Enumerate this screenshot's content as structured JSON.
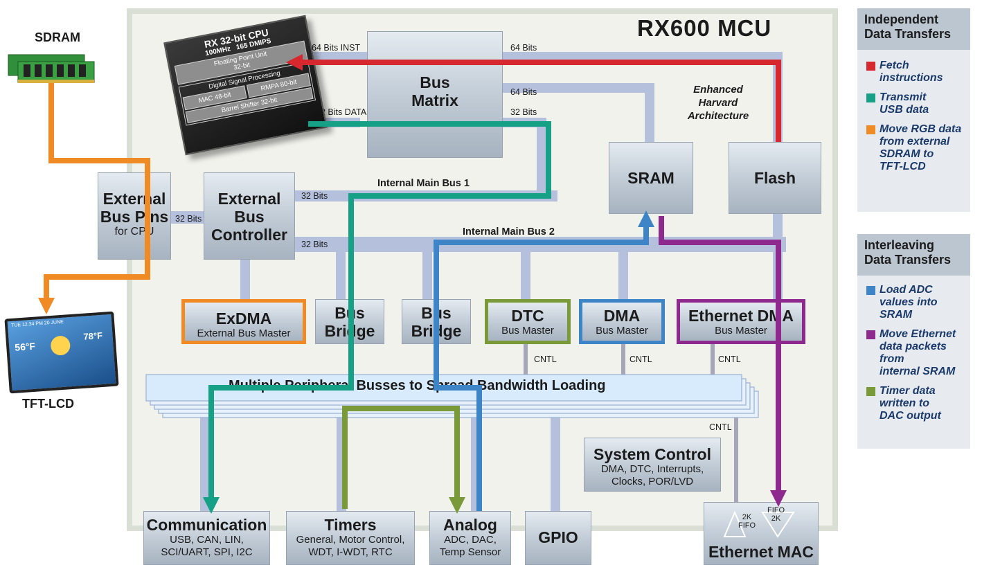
{
  "title": "RX600 MCU",
  "external": {
    "sdram": "SDRAM",
    "tft": "TFT-LCD",
    "tft_screen": {
      "temp1": "56°F",
      "temp2": "78°F",
      "date": "TUE 12:34 PM 20 JUNE"
    }
  },
  "cpu": {
    "title": "RX 32-bit CPU",
    "specs": "100MHz   165 DMIPS",
    "fpu": "Floating Point Unit",
    "fpu_bits": "32-bit",
    "dsp": "Digital Signal Processing",
    "mac": "MAC 48-bit",
    "rmpa": "RMPA 80-bit",
    "shifter": "Barrel Shifter 32-bit"
  },
  "blocks": {
    "bus_matrix": [
      "Bus",
      "Matrix"
    ],
    "sram": "SRAM",
    "flash": "Flash",
    "ext_bus_pins": [
      "External",
      "Bus Pins"
    ],
    "ext_bus_pins_sub": "for CPU",
    "ext_bus_ctrl": [
      "External",
      "Bus",
      "Controller"
    ],
    "exdma": "ExDMA",
    "exdma_sub": "External Bus Master",
    "bus_bridge": [
      "Bus",
      "Bridge"
    ],
    "dtc": "DTC",
    "dma": "DMA",
    "eth_dma": "Ethernet DMA",
    "bus_master": "Bus Master",
    "peripheral": "Multiple Peripheral Busses to Spread Bandwidth Loading",
    "system_control": "System Control",
    "system_control_sub": [
      "DMA, DTC, Interrupts,",
      "Clocks, POR/LVD"
    ],
    "communication": "Communication",
    "communication_sub": [
      "USB, CAN, LIN,",
      "SCI/UART, SPI, I2C"
    ],
    "timers": "Timers",
    "timers_sub": [
      "General, Motor Control,",
      "WDT, I-WDT, RTC"
    ],
    "analog": "Analog",
    "analog_sub": [
      "ADC, DAC,",
      "Temp Sensor"
    ],
    "gpio": "GPIO",
    "eth_mac": "Ethernet MAC",
    "fifo_a": [
      "2K",
      "FIFO"
    ],
    "fifo_b": [
      "FIFO",
      "2K"
    ]
  },
  "labels": {
    "inst64": "64 Bits INST",
    "b64": "64 Bits",
    "data32": "32 Bits DATA",
    "b32": "32 Bits",
    "harvard": [
      "Enhanced",
      "Harvard",
      "Architecture"
    ],
    "main_bus_1": "Internal Main Bus 1",
    "main_bus_2": "Internal Main Bus 2",
    "cntl": "CNTL"
  },
  "legend": {
    "independent_title": [
      "Independent",
      "Data Transfers"
    ],
    "independent": [
      {
        "text": [
          "Fetch",
          "instructions"
        ],
        "color": "#d7282f"
      },
      {
        "text": [
          "Transmit",
          "USB data"
        ],
        "color": "#16a085"
      },
      {
        "text": [
          "Move RGB data",
          "from external",
          "SDRAM to",
          "TFT-LCD"
        ],
        "color": "#f08a24"
      }
    ],
    "interleaving_title": [
      "Interleaving",
      "Data Transfers"
    ],
    "interleaving": [
      {
        "text": [
          "Load ADC",
          "values into",
          "SRAM"
        ],
        "color": "#3d85c6"
      },
      {
        "text": [
          "Move Ethernet",
          "data packets from",
          "internal SRAM"
        ],
        "color": "#8e2a8e"
      },
      {
        "text": [
          "Timer data",
          "written to",
          "DAC output"
        ],
        "color": "#7a9a3a"
      }
    ]
  },
  "colors": {
    "red": "#d7282f",
    "teal": "#16a085",
    "orange": "#f08a24",
    "blue": "#3d85c6",
    "purple": "#8e2a8e",
    "green": "#7a9a3a",
    "bus": "#b4c0dc",
    "chip": "#f1f2ec"
  }
}
